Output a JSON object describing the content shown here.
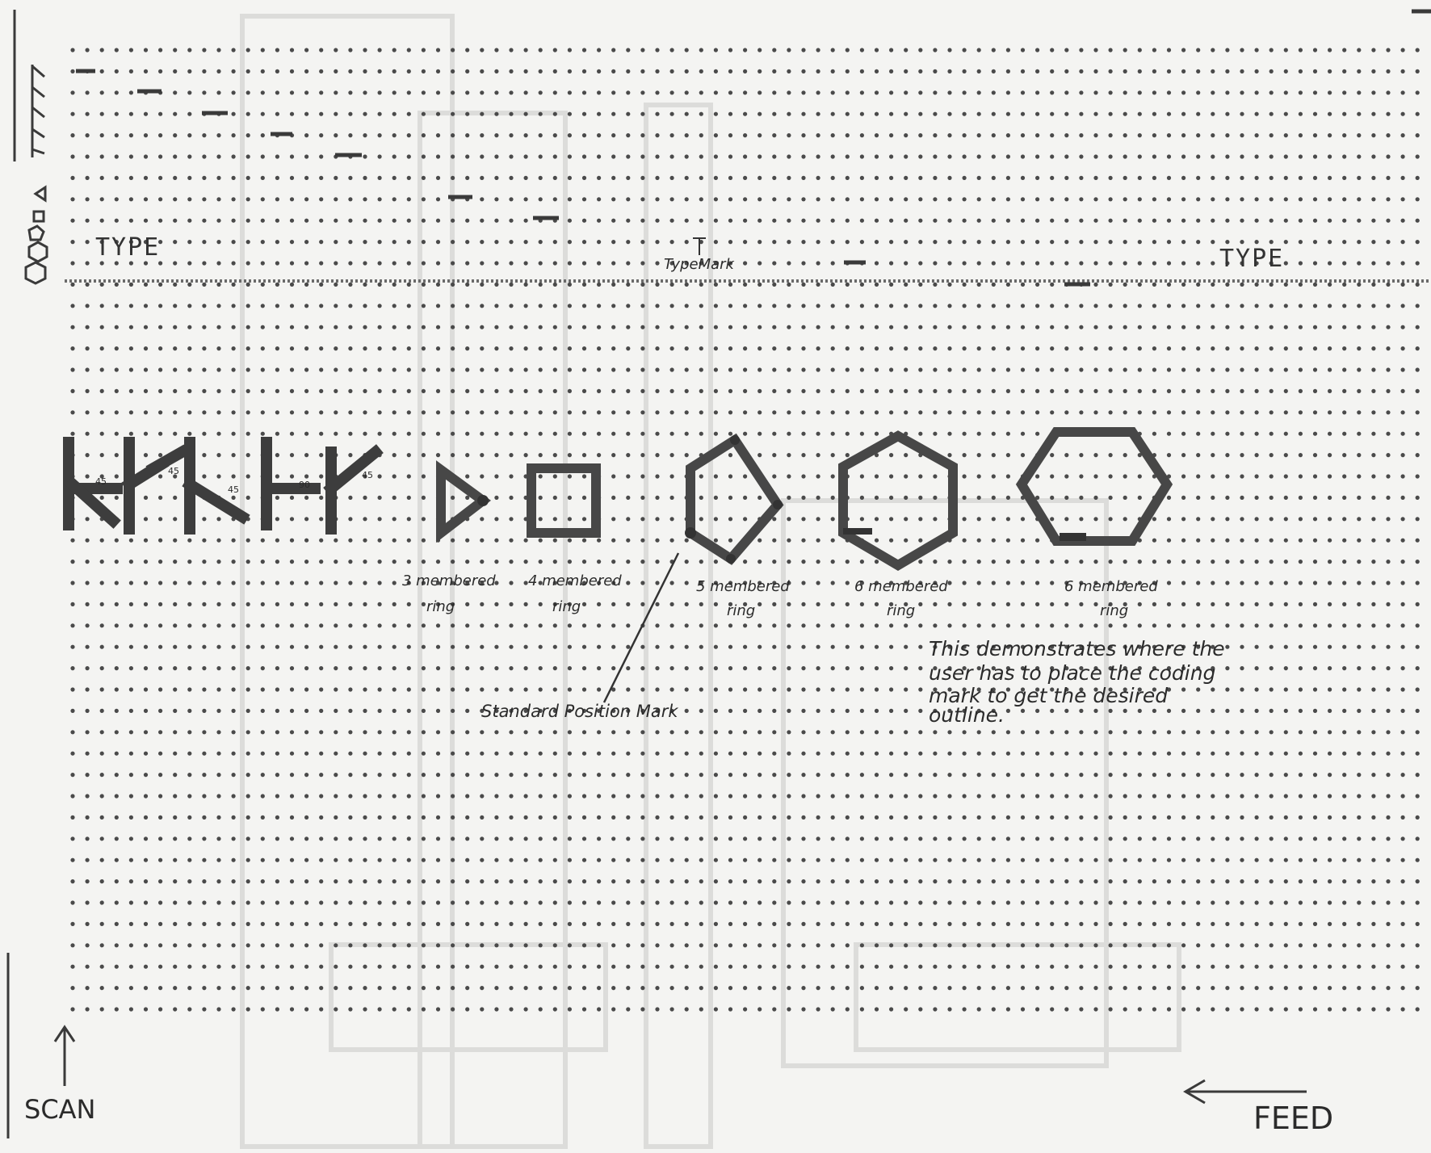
{
  "labels": {
    "type_left": "TYPE",
    "type_mark": "TypeMark",
    "type_right": "TYPE",
    "standard_position_mark": "Standard Position Mark",
    "scan": "SCAN",
    "feed": "FEED"
  },
  "rings": [
    {
      "shape": "triangle",
      "label_line1": "3 membered",
      "label_line2": "ring"
    },
    {
      "shape": "square",
      "label_line1": "4 membered",
      "label_line2": "ring"
    },
    {
      "shape": "pentagon",
      "label_line1": "5 membered",
      "label_line2": "ring"
    },
    {
      "shape": "hexagon",
      "label_line1": "6 membered",
      "label_line2": "ring"
    },
    {
      "shape": "hexagon",
      "label_line1": "6 membered",
      "label_line2": "ring"
    }
  ],
  "note": {
    "line1": "This demonstrates where the",
    "line2": "user has to place the coding",
    "line3": "mark to get the desired",
    "line4": "outline."
  },
  "colors": {
    "paper": "#f4f4f2",
    "dot": "#4a4a4a",
    "ink": "#2b2b2b",
    "ghost": "#d8d8d6"
  }
}
